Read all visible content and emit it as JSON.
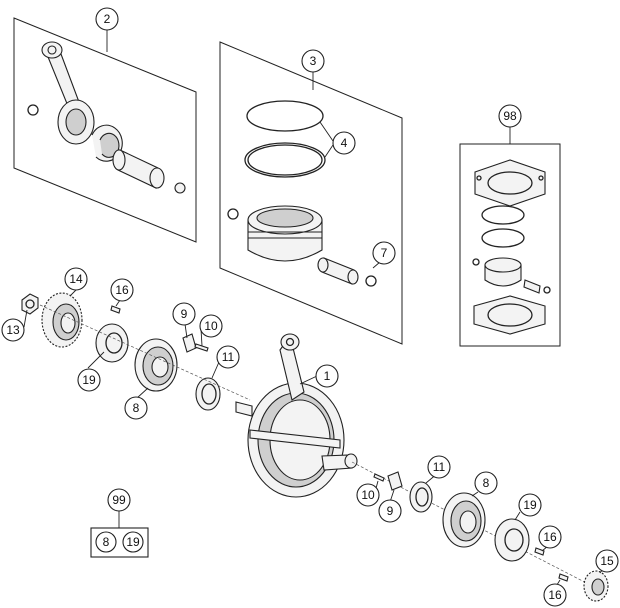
{
  "callouts": {
    "c1": "1",
    "c2": "2",
    "c3": "3",
    "c4": "4",
    "c7": "7",
    "c8a": "8",
    "c8b": "8",
    "c9a": "9",
    "c9b": "9",
    "c10a": "10",
    "c10b": "10",
    "c11a": "11",
    "c11b": "11",
    "c13": "13",
    "c14": "14",
    "c15": "15",
    "c16a": "16",
    "c16b": "16",
    "c16c": "16",
    "c19a": "19",
    "c19b": "19",
    "c98": "98",
    "c99": "99"
  },
  "kit_99": {
    "label": "99",
    "items": [
      "8",
      "19"
    ]
  }
}
